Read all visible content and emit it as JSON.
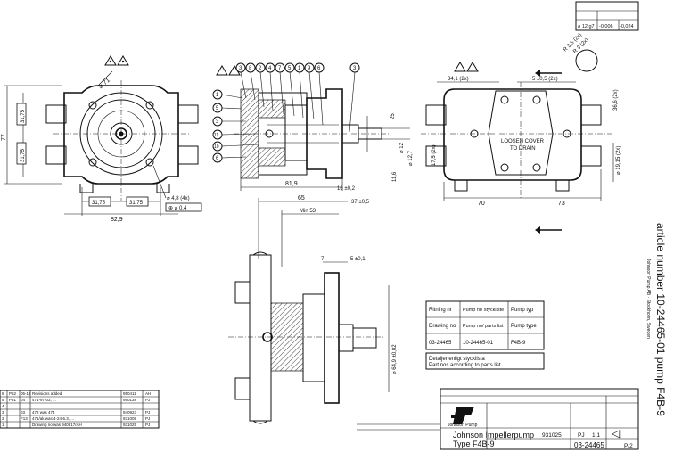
{
  "views": {
    "front": {
      "dims": {
        "height": "77",
        "upper": "31,75",
        "lower": "31,75",
        "bottom_left": "31,75",
        "bottom_right": "31,75",
        "overall_width": "82,9",
        "bolt_circle": "⌀ 71",
        "hole": "⌀ 4,8 (4x)",
        "position_tol": "⊕ ⌀ 0,4"
      }
    },
    "section": {
      "item_numbers": [
        "3",
        "8",
        "2",
        "4",
        "7",
        "5",
        "1",
        "9",
        "6",
        "3"
      ],
      "left_balloons": [
        "1",
        "5",
        "3",
        "11",
        "10",
        "6"
      ],
      "dims": {
        "length": "81,9",
        "flange": "16 ±0,2",
        "shaft_a": "⌀ 12,7",
        "shaft_b": "⌀ 12",
        "shaft_c": "11,6",
        "shaft_d": "25"
      }
    },
    "rear": {
      "dims": {
        "port": "34,1 (2x)",
        "offset": "5 ±0,5 (2x)",
        "r1": "R 3,5 (2x)",
        "r2": "R 3 (2x)",
        "angle": "36,6 (2x)",
        "side": "17,5 (2x)",
        "dia": "⌀ 19,15 (2x)",
        "left_width": "70",
        "right_width": "73"
      },
      "cover_text_line1": "LOOSEN COVER",
      "cover_text_line2": "TO DRAIN"
    },
    "top": {
      "dims": {
        "a": "65",
        "b": "37 ±0,5",
        "min": "Min 53",
        "c": "7",
        "d": "5 ±0,1",
        "e": "⌀ 64,9 ±0,02"
      }
    }
  },
  "projection_symbol": "◁",
  "tolerance_table": {
    "header": [
      "⌀ 12 g7",
      "-0,006",
      "-0,024"
    ]
  },
  "info_table": {
    "rows": [
      [
        "Ritning nr",
        "Pump nr/ styckliste",
        "Pump typ"
      ],
      [
        "Drawing no",
        "Pump no/ parts list",
        "Pump type"
      ],
      [
        "03-24465",
        "10-24465-01",
        "F4B-9"
      ]
    ],
    "note_line1": "Detaljer enligt stycklista",
    "note_line2": "Part nos according to parts list"
  },
  "revisions": [
    [
      "6",
      "P52",
      "05-12",
      "Revisions added",
      "950411",
      "AH"
    ],
    [
      "5",
      "P51",
      "04",
      "471-97-03, ...",
      "950138",
      "PJ"
    ],
    [
      "4",
      "",
      "",
      "",
      "",
      ""
    ],
    [
      "3",
      "",
      "03",
      "472 was 474",
      "940923",
      "PJ"
    ],
    [
      "2",
      "",
      "F13",
      "471/ak was 4-24-6.3, ...",
      "931008",
      "PJ"
    ],
    [
      "1",
      "",
      "",
      "Drawing no was 940617/AH",
      "931025",
      "PJ"
    ]
  ],
  "title_block": {
    "company": "Johnson Pump",
    "title_line1": "Johnson Impellerpump",
    "title_line2": "Type F4B-9",
    "date": "931025",
    "drawn": "PJ",
    "scale": "1:1",
    "drawing_no": "03-24465",
    "sheet": "P/2"
  },
  "side_text": {
    "article": "article number 10-24465-01   pump F4B-9",
    "company_line": "Johnson Pump AB · Stockholm, Sweden"
  }
}
